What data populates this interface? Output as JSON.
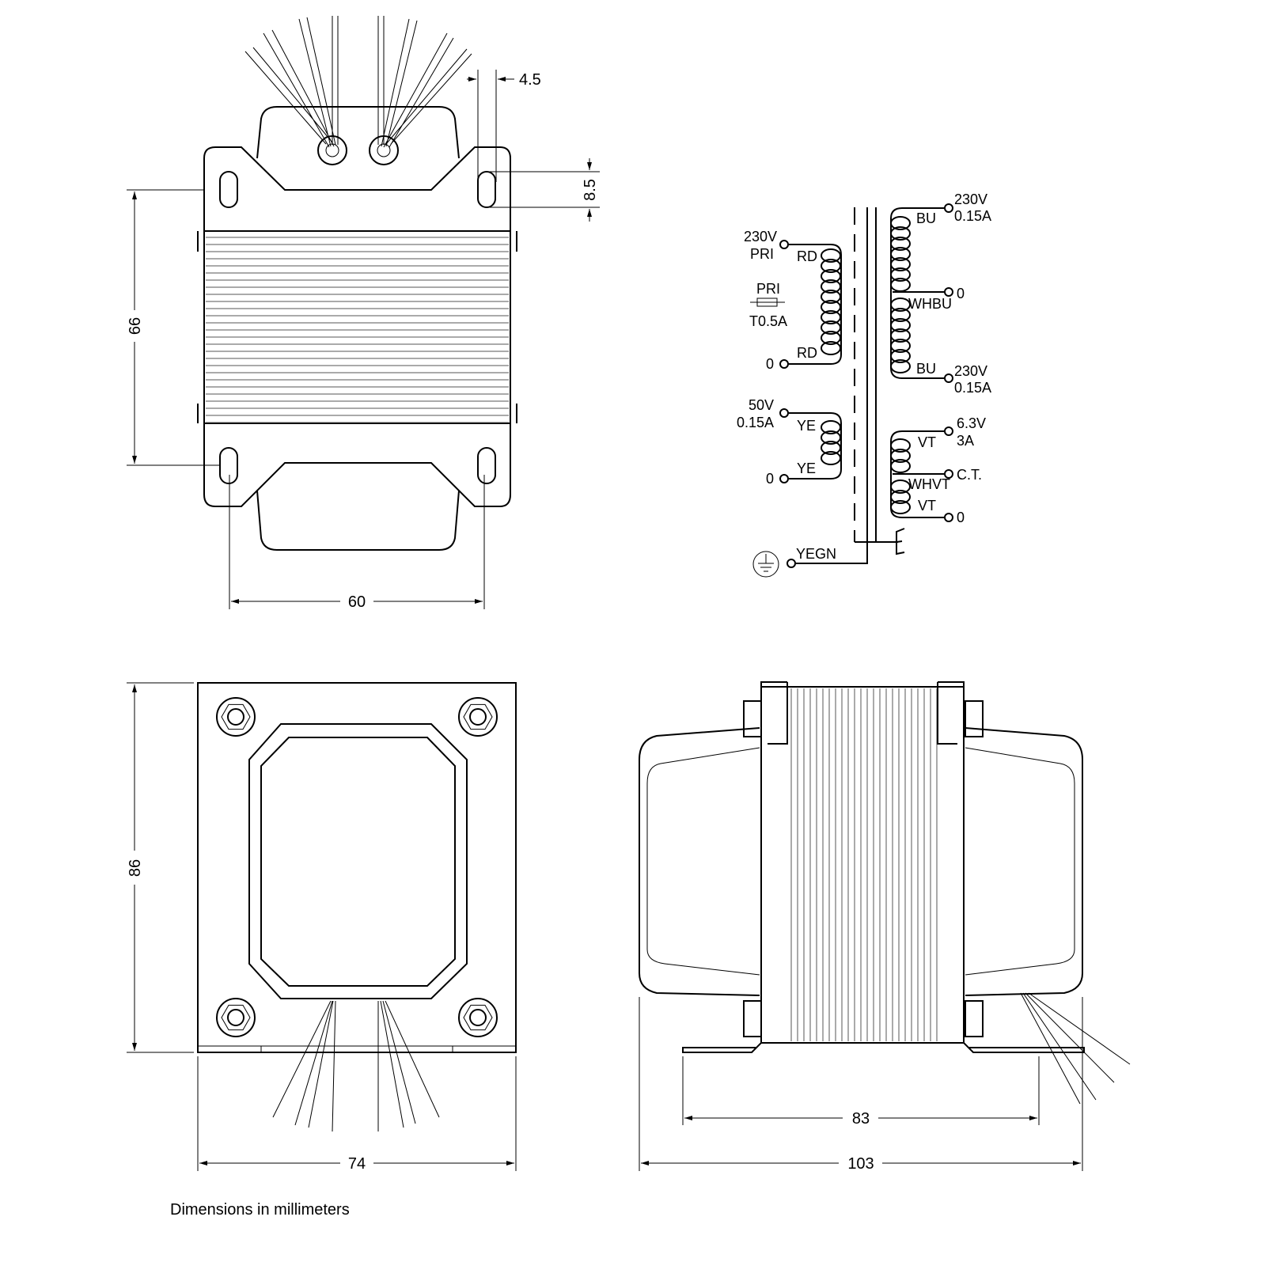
{
  "dimensions": {
    "front_height": "66",
    "front_width": "60",
    "slot_width": "4.5",
    "slot_height": "8.5",
    "top_depth": "86",
    "top_width": "74",
    "side_mount": "83",
    "side_total": "103"
  },
  "schematic": {
    "primary": {
      "voltage": "230V",
      "label": "PRI",
      "wire_top": "RD",
      "wire_bottom": "RD",
      "zero": "0"
    },
    "fuse": {
      "label": "PRI",
      "rating": "T0.5A"
    },
    "bias": {
      "voltage": "50V",
      "current": "0.15A",
      "wire_top": "YE",
      "wire_bottom": "YE",
      "zero": "0"
    },
    "ht": {
      "top_voltage": "230V",
      "top_current": "0.15A",
      "wire_top": "BU",
      "center_wire": "WHBU",
      "center": "0",
      "wire_bottom": "BU",
      "bottom_voltage": "230V",
      "bottom_current": "0.15A"
    },
    "heater": {
      "voltage": "6.3V",
      "current": "3A",
      "wire_top": "VT",
      "center_wire": "WHVT",
      "center": "C.T.",
      "wire_bottom": "VT",
      "zero": "0"
    },
    "earth": {
      "wire": "YEGN"
    }
  },
  "footer": {
    "note": "Dimensions in millimeters"
  }
}
